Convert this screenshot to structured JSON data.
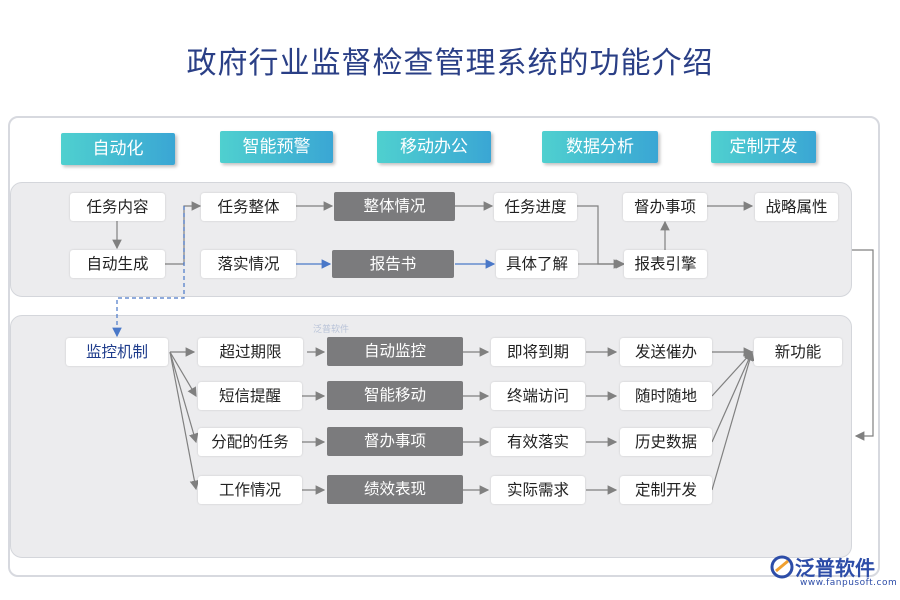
{
  "title": "政府行业监督检查管理系统的功能介绍",
  "features": [
    "自动化",
    "智能预警",
    "移动办公",
    "数据分析",
    "定制开发"
  ],
  "top_panel": {
    "row1": [
      "任务内容",
      "任务整体",
      "整体情况",
      "任务进度",
      "督办事项",
      "战略属性"
    ],
    "row2": [
      "自动生成",
      "落实情况",
      "报告书",
      "具体了解",
      "报表引擎"
    ]
  },
  "bottom_panel": {
    "source": "监控机制",
    "rows": [
      [
        "超过期限",
        "自动监控",
        "即将到期",
        "发送催办"
      ],
      [
        "短信提醒",
        "智能移动",
        "终端访问",
        "随时随地"
      ],
      [
        "分配的任务",
        "督办事项",
        "有效落实",
        "历史数据"
      ],
      [
        "工作情况",
        "绩效表现",
        "实际需求",
        "定制开发"
      ]
    ],
    "target": "新功能"
  },
  "watermark": "泛普软件",
  "logo": {
    "name": "泛普软件",
    "url": "www.fanpusoft.com"
  },
  "colors": {
    "title": "#2a3f86",
    "feature_start": "#4fd0cf",
    "feature_end": "#3aa6d4",
    "dark_box": "#7b7b7d",
    "panel": "#ececee"
  }
}
